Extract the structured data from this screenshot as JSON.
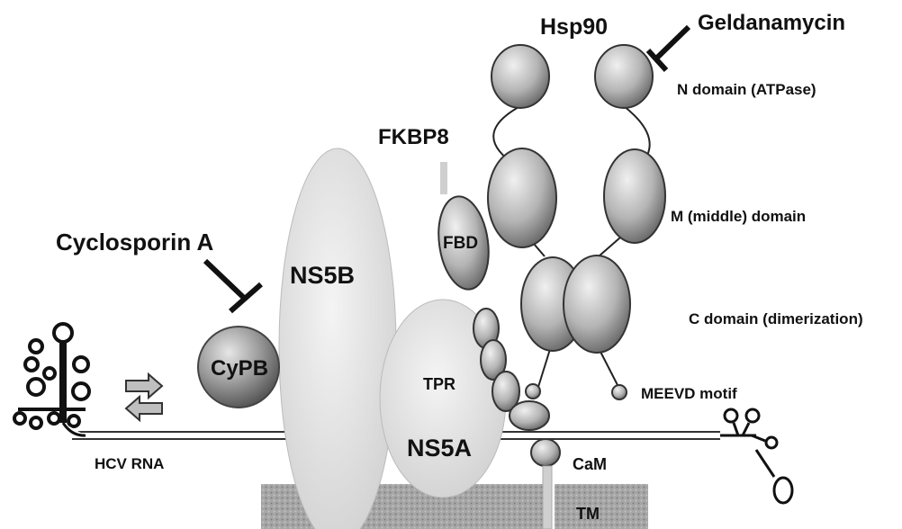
{
  "labels": {
    "hsp90": "Hsp90",
    "geldanamycin": "Geldanamycin",
    "n_domain": "N domain (ATPase)",
    "fkbp8": "FKBP8",
    "m_domain": "M (middle) domain",
    "cyclosporin": "Cyclosporin A",
    "ns5b": "NS5B",
    "fbd": "FBD",
    "c_domain": "C domain (dimerization)",
    "cypb": "CyPB",
    "tpr": "TPR",
    "meevd": "MEEVD motif",
    "ns5a": "NS5A",
    "hcv_rna": "HCV RNA",
    "cam": "CaM",
    "tm": "TM"
  },
  "colors": {
    "protein_dark": "#7a7a7a",
    "protein_light": "#d8d8d8",
    "membrane": "#9a9a9a",
    "text": "#111111"
  }
}
